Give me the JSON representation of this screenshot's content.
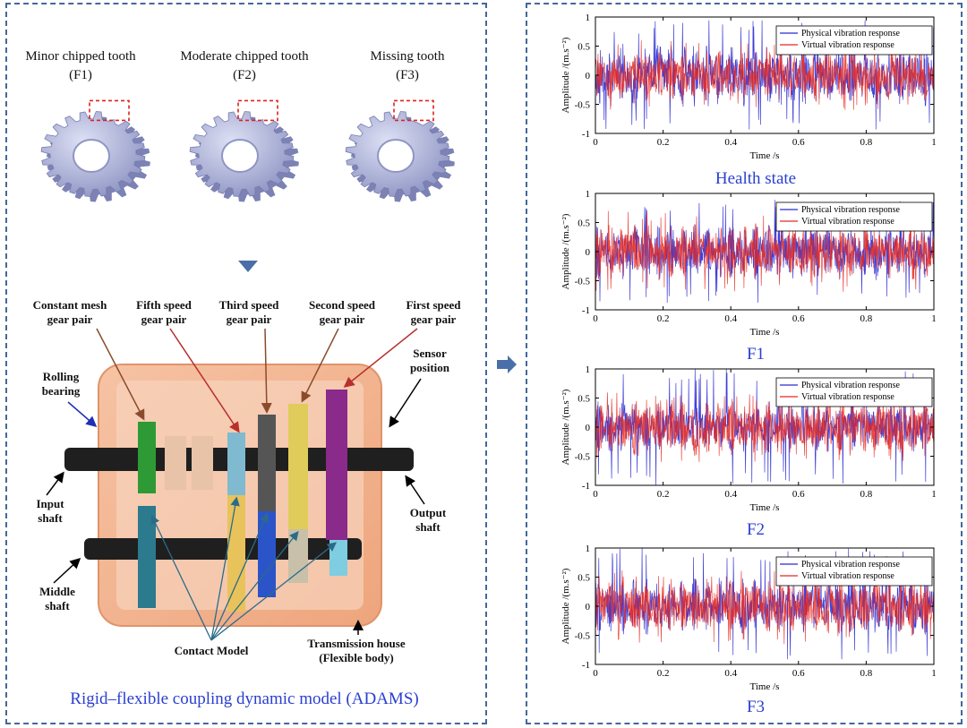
{
  "colors": {
    "physical": "#2a2ad0",
    "virtual": "#e8281e",
    "title_blue": "#2a3fd0",
    "panel_border": "#44679a",
    "gear_face": "#b9bde0",
    "housing": "#f0a57a"
  },
  "gears": [
    {
      "name": "Minor chipped tooth",
      "code": "(F1)"
    },
    {
      "name": "Moderate chipped tooth",
      "code": "(F2)"
    },
    {
      "name": "Missing tooth",
      "code": "(F3)"
    }
  ],
  "model": {
    "callouts": {
      "constant_mesh_1": "Constant mesh",
      "constant_mesh_2": "gear pair",
      "fifth_1": "Fifth speed",
      "fifth_2": "gear pair",
      "third_1": "Third speed",
      "third_2": "gear pair",
      "second_1": "Second speed",
      "second_2": "gear pair",
      "first_1": "First speed",
      "first_2": "gear pair",
      "sensor_1": "Sensor",
      "sensor_2": "position",
      "bearing_1": "Rolling",
      "bearing_2": "bearing",
      "input_1": "Input",
      "input_2": "shaft",
      "output_1": "Output",
      "output_2": "shaft",
      "middle_1": "Middle",
      "middle_2": "shaft",
      "contact": "Contact Model",
      "house_1": "Transmission house",
      "house_2": "(Flexible body)"
    },
    "title": "Rigid–flexible  coupling dynamic model (ADAMS)"
  },
  "chart_data": [
    {
      "type": "line",
      "title": "Health state",
      "xlabel": "Time /s",
      "ylabel": "Amplitude /(m.s⁻²)",
      "xlim": [
        0,
        1
      ],
      "ylim": [
        -1,
        1
      ],
      "xticks": [
        "0",
        "0.2",
        "0.4",
        "0.6",
        "0.8",
        "1"
      ],
      "yticks": [
        "1",
        "0.5",
        "0",
        "-0.5",
        "-1"
      ],
      "legend": "top-right",
      "series": [
        {
          "name": "Physical vibration response",
          "amplitude": 0.95,
          "band": 0.55
        },
        {
          "name": "Virtual vibration response",
          "amplitude": 0.6,
          "band": 0.45
        }
      ]
    },
    {
      "type": "line",
      "title": "F1",
      "xlabel": "Time /s",
      "ylabel": "Amplitude /(m.s⁻²)",
      "xlim": [
        0,
        1
      ],
      "ylim": [
        -1,
        1
      ],
      "xticks": [
        "0",
        "0.2",
        "0.4",
        "0.6",
        "0.8",
        "1"
      ],
      "yticks": [
        "1",
        "0.5",
        "0",
        "-0.5",
        "-1"
      ],
      "legend": "top-right",
      "series": [
        {
          "name": "Physical vibration response",
          "amplitude": 0.9,
          "band": 0.5
        },
        {
          "name": "Virtual vibration response",
          "amplitude": 0.7,
          "band": 0.5
        }
      ]
    },
    {
      "type": "line",
      "title": "F2",
      "xlabel": "Time /s",
      "ylabel": "Amplitude /(m.s⁻²)",
      "xlim": [
        0,
        1
      ],
      "ylim": [
        -1,
        1
      ],
      "xticks": [
        "0",
        "0.2",
        "0.4",
        "0.6",
        "0.8",
        "1"
      ],
      "yticks": [
        "1",
        "0.5",
        "0",
        "-0.5",
        "-1"
      ],
      "legend": "top-right",
      "series": [
        {
          "name": "Physical vibration response",
          "amplitude": 1.0,
          "band": 0.45
        },
        {
          "name": "Virtual vibration response",
          "amplitude": 0.6,
          "band": 0.5
        }
      ]
    },
    {
      "type": "line",
      "title": "F3",
      "xlabel": "Time /s",
      "ylabel": "Amplitude /(m.s⁻²)",
      "xlim": [
        0,
        1
      ],
      "ylim": [
        -1,
        1
      ],
      "xticks": [
        "0",
        "0.2",
        "0.4",
        "0.6",
        "0.8",
        "1"
      ],
      "yticks": [
        "1",
        "0.5",
        "0",
        "-0.5",
        "-1"
      ],
      "legend": "top-right",
      "series": [
        {
          "name": "Physical vibration response",
          "amplitude": 1.0,
          "band": 0.5
        },
        {
          "name": "Virtual vibration response",
          "amplitude": 0.65,
          "band": 0.5
        }
      ]
    }
  ]
}
